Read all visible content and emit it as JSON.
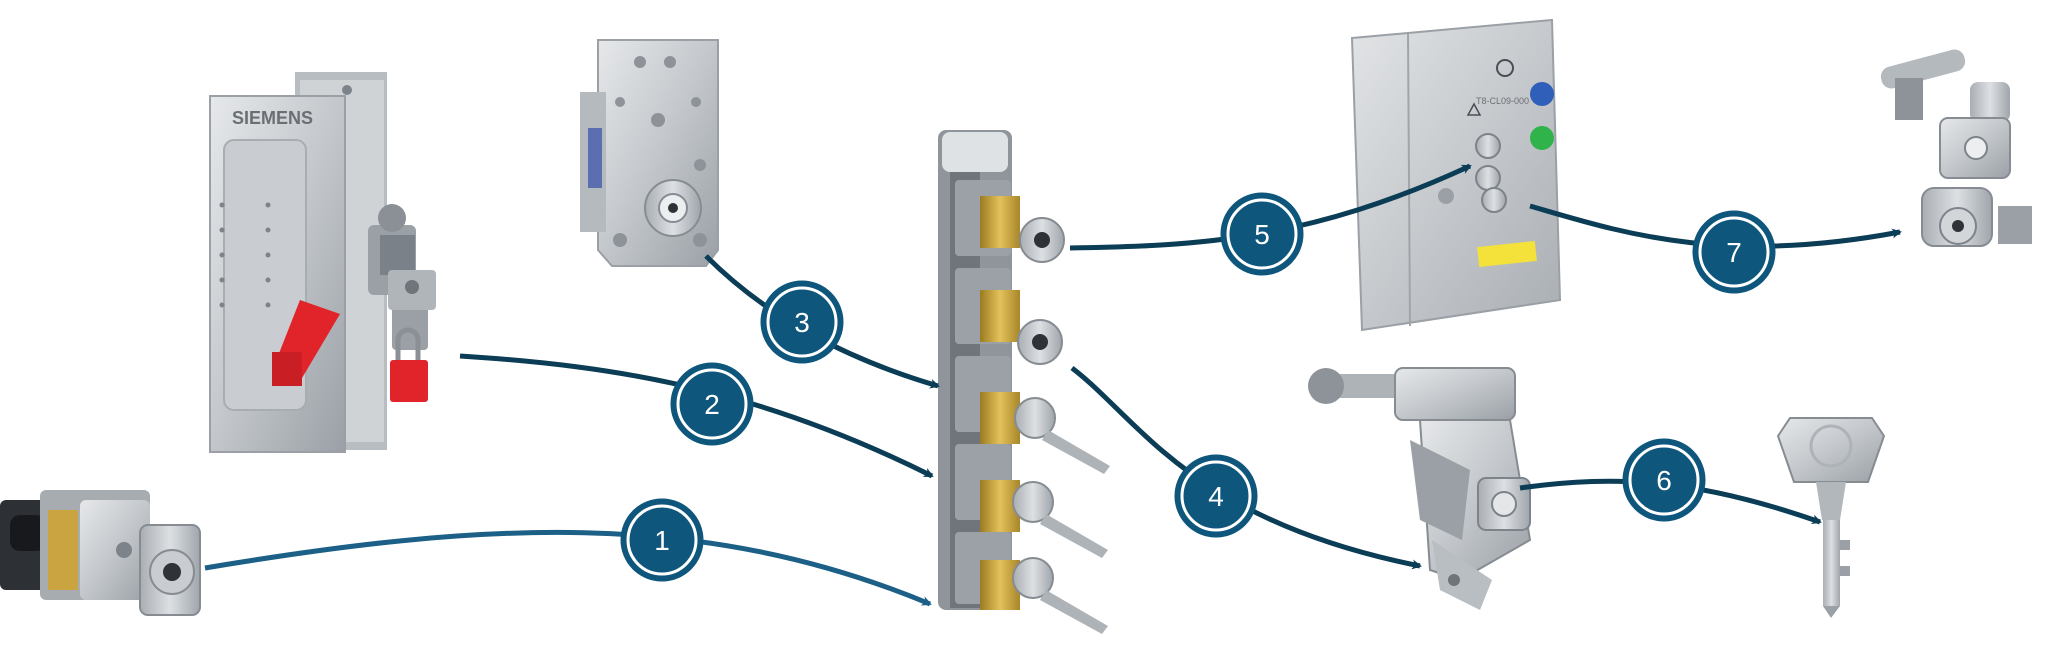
{
  "colors": {
    "arrow_dark": "#0b3d56",
    "arrow_blue": "#1c5f87",
    "badge_fill": "#0e567c",
    "badge_ring": "#0e567c",
    "metal_light": "#d9dcdf",
    "metal_mid": "#b3b8bd",
    "metal_dark": "#8d9399",
    "brass": "#c9a441",
    "red": "#e0242a",
    "yellow": "#f4e23a"
  },
  "products": {
    "isolator": {
      "brand": "SIEMENS"
    },
    "panel": {
      "model": "T8-CL09-000"
    }
  },
  "steps": [
    {
      "label": "1"
    },
    {
      "label": "2"
    },
    {
      "label": "3"
    },
    {
      "label": "4"
    },
    {
      "label": "5"
    },
    {
      "label": "6"
    },
    {
      "label": "7"
    }
  ]
}
